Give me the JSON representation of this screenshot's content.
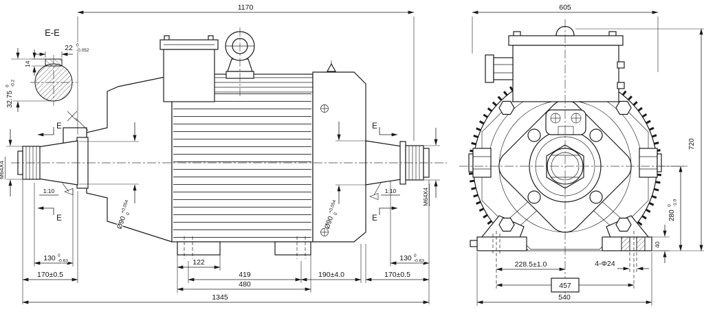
{
  "colors": {
    "ink": "#1a1a1a",
    "paper": "#ffffff"
  },
  "side_view": {
    "overall_length_top": "1170",
    "overall_length": "1345",
    "foot_pad_length": "122",
    "foot_hole_span": "419",
    "base_length": "480",
    "bracket_span": "190±4.0",
    "shaft_extension": "170±0.5",
    "taper_length": {
      "value": "130",
      "upper": "0",
      "lower": "-0.63"
    },
    "shaft_diameter": {
      "value": "Ø90",
      "upper": "+0.054",
      "lower": "0"
    },
    "thread_spec": "M64X4",
    "taper_ratio": "1:10",
    "section_label": "E"
  },
  "section_view": {
    "title": "E-E",
    "key_width": {
      "value": "22",
      "upper": "0",
      "lower": "-0.052"
    },
    "key_height": "14",
    "keyway_depth": {
      "value": "32.75",
      "upper": "0",
      "lower": "-0.2"
    }
  },
  "front_view": {
    "frame_width": "605",
    "overall_height": "720",
    "shaft_center_height": {
      "value": "280",
      "upper": "0",
      "lower": "-1.0"
    },
    "foot_pad_thickness": "40",
    "foot_hole_half_span": "228.5±1.0",
    "mounting_holes": "4-Φ24",
    "frame_size_boxed": "457",
    "foot_width": "540"
  }
}
